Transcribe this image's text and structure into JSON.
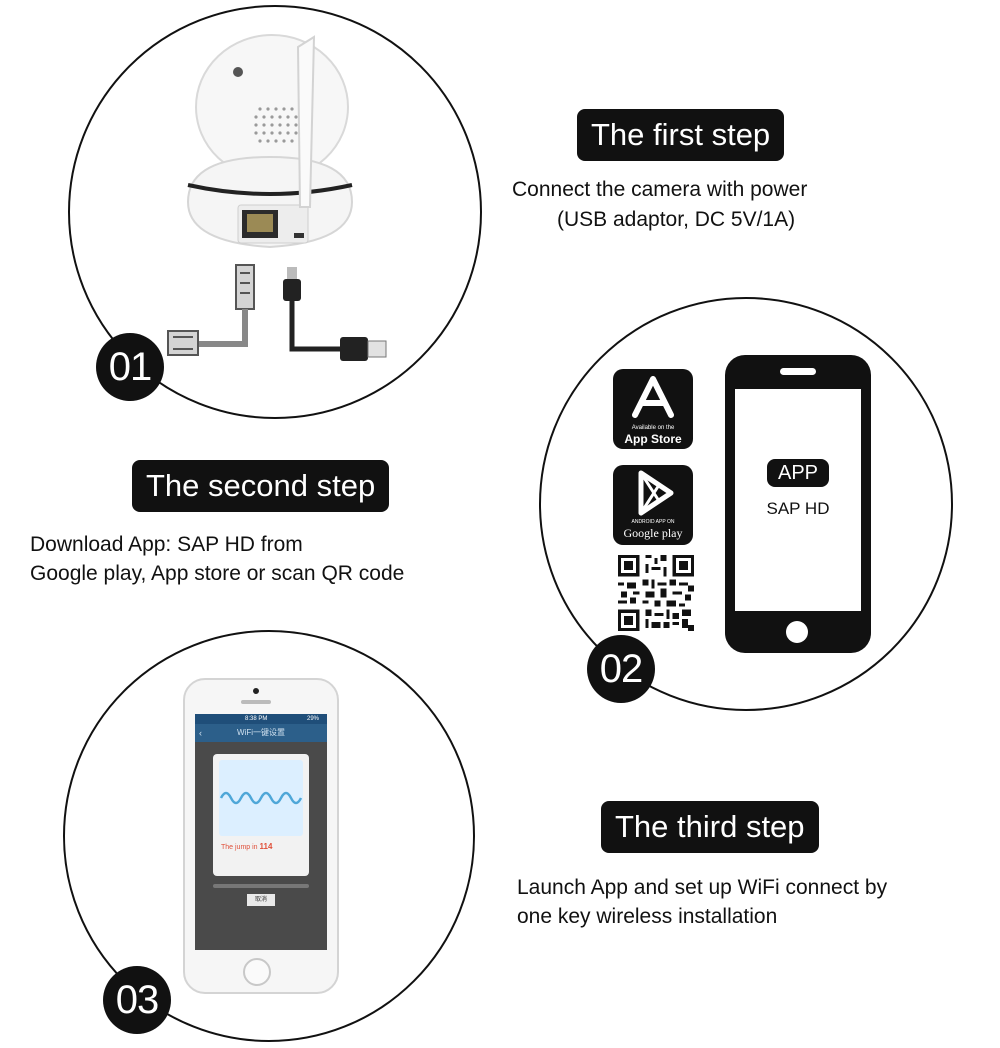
{
  "step1": {
    "number": "01",
    "title": "The first step",
    "line1": "Connect the camera with power",
    "line2": "(USB adaptor, DC 5V/1A)"
  },
  "step2": {
    "number": "02",
    "title": "The second step",
    "line1": "Download App: SAP HD from",
    "line2": "Google play, App store or scan QR code",
    "app_store_small": "Available on the",
    "app_store_label": "App Store",
    "google_play_small": "ANDROID APP ON",
    "google_play_label": "Google play",
    "phone_badge": "APP",
    "phone_app_name": "SAP HD"
  },
  "step3": {
    "number": "03",
    "title": "The third step",
    "line1": "Launch App and set up WiFi connect by",
    "line2": "one key wireless installation",
    "status_time": "8:38 PM",
    "status_battery": "29%",
    "screen_title": "WiFi一键设置",
    "countdown_text": "The jump in",
    "countdown_value": "114",
    "dialog_button": "取消"
  },
  "colors": {
    "ink": "#111111",
    "screen_blue": "#3a6fa0",
    "wave_blue": "#4fa7d8",
    "countdown_red": "#e0503a"
  }
}
